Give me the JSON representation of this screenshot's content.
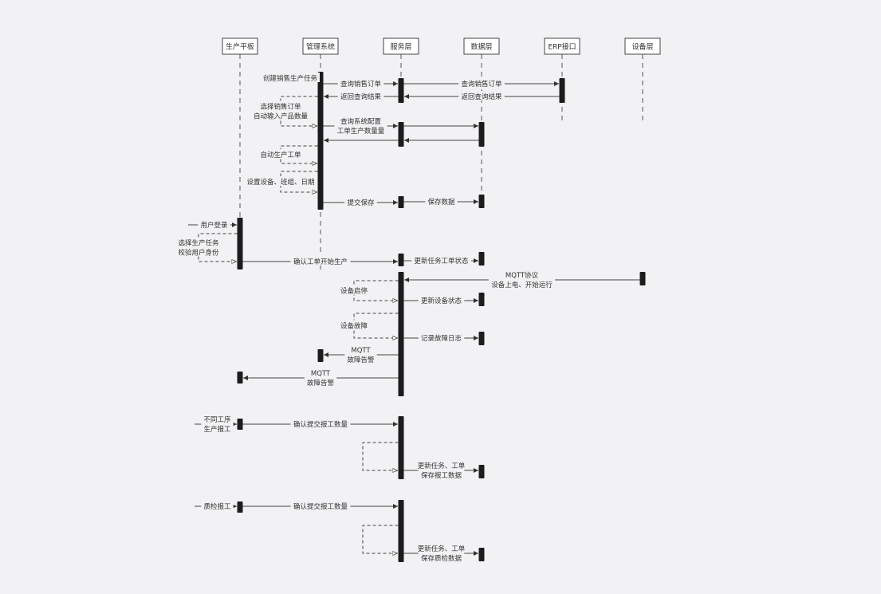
{
  "participants": [
    {
      "id": "tablet",
      "label": "生产平板"
    },
    {
      "id": "mgmt",
      "label": "管理系统"
    },
    {
      "id": "svc",
      "label": "服务层"
    },
    {
      "id": "data",
      "label": "数据层"
    },
    {
      "id": "erp",
      "label": "ERP接口"
    },
    {
      "id": "dev",
      "label": "设备层"
    }
  ],
  "messages": [
    {
      "lines": [
        "创建销售生产任务"
      ]
    },
    {
      "lines": [
        "查询销售订单"
      ]
    },
    {
      "lines": [
        "查询销售订单"
      ]
    },
    {
      "lines": [
        "返回查询结果"
      ]
    },
    {
      "lines": [
        "返回查询结果"
      ]
    },
    {
      "lines": [
        "选择销售订单",
        "自动输入产品数量"
      ]
    },
    {
      "lines": [
        "查询系统配置",
        "工单生产数量量"
      ]
    },
    {
      "lines": []
    },
    {
      "lines": []
    },
    {
      "lines": []
    },
    {
      "lines": [
        "自动生产工单"
      ]
    },
    {
      "lines": [
        "设置设备、班组、日期"
      ]
    },
    {
      "lines": [
        "提交保存"
      ]
    },
    {
      "lines": [
        "保存数据"
      ]
    },
    {
      "lines": [
        "用户登录"
      ]
    },
    {
      "lines": [
        "选择生产任务",
        "校验用户身份"
      ]
    },
    {
      "lines": [
        "确认工单开始生产"
      ]
    },
    {
      "lines": [
        "更新任务工单状态"
      ]
    },
    {
      "lines": [
        "MQTT协议",
        "设备上电、开始运行"
      ]
    },
    {
      "lines": [
        "设备启停"
      ]
    },
    {
      "lines": [
        "更新设备状态"
      ]
    },
    {
      "lines": [
        "设备故障"
      ]
    },
    {
      "lines": [
        "记录故障日志"
      ]
    },
    {
      "lines": [
        "MQTT",
        "故障告警"
      ]
    },
    {
      "lines": [
        "MQTT",
        "故障告警"
      ]
    },
    {
      "lines": [
        "不同工序",
        "生产报工"
      ]
    },
    {
      "lines": [
        "确认提交报工数量"
      ]
    },
    {
      "lines": []
    },
    {
      "lines": [
        "更新任务、工单",
        "保存报工数据"
      ]
    },
    {
      "lines": [
        "质检报工"
      ]
    },
    {
      "lines": [
        "确认提交报工数量"
      ]
    },
    {
      "lines": []
    },
    {
      "lines": [
        "更新任务、工单",
        "保存质检数据"
      ]
    }
  ]
}
